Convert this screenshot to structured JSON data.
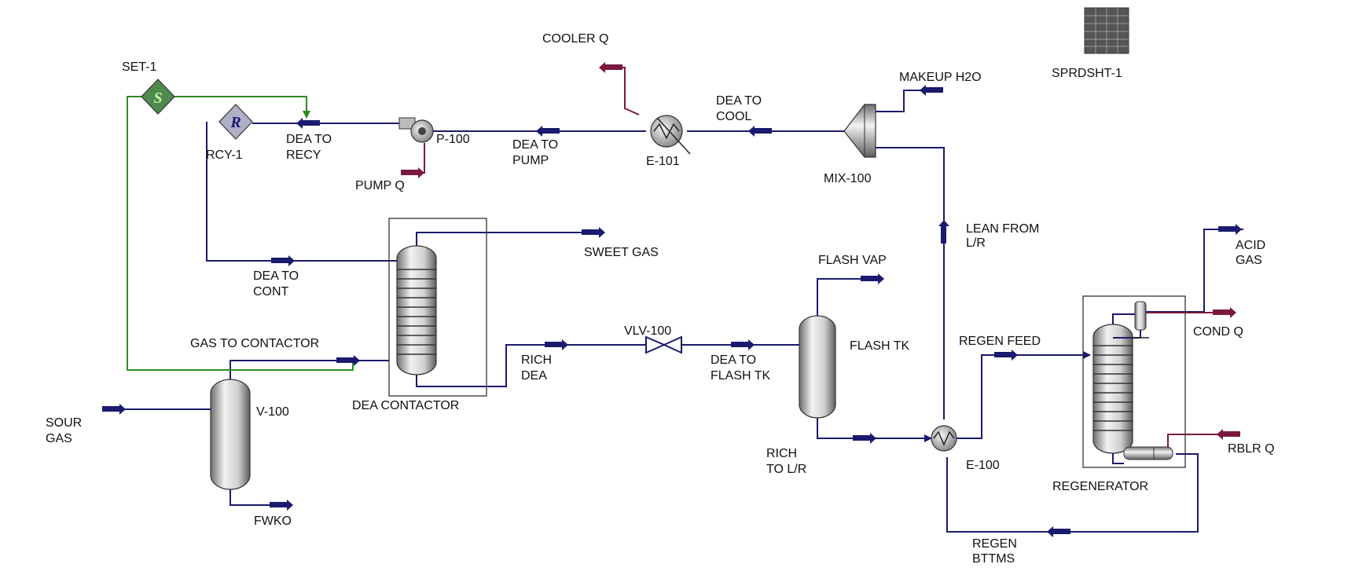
{
  "colors": {
    "material_stream": "#1a1a6e",
    "energy_stream": "#7a1840",
    "signal": "#2e8b22",
    "vessel_light": "#f2f2f2",
    "vessel_dark": "#6e6e6e"
  },
  "streams": {
    "sour_gas": [
      "SOUR",
      "GAS"
    ],
    "gas_to_contactor": "GAS TO CONTACTOR",
    "fwko": "FWKO",
    "sweet_gas": "SWEET GAS",
    "dea_to_cont": [
      "DEA TO",
      "CONT"
    ],
    "rich_dea": [
      "RICH",
      "DEA"
    ],
    "dea_to_flash": [
      "DEA TO",
      "FLASH TK"
    ],
    "flash_vap": "FLASH VAP",
    "rich_to_lr": [
      "RICH",
      "TO L/R"
    ],
    "regen_feed": "REGEN FEED",
    "acid_gas": [
      "ACID",
      "GAS"
    ],
    "cond_q": "COND Q",
    "rblr_q": "RBLR Q",
    "regen_bttms": [
      "REGEN",
      "BTTMS"
    ],
    "lean_from_lr": [
      "LEAN FROM",
      "L/R"
    ],
    "makeup_h2o": "MAKEUP H2O",
    "dea_to_cool": [
      "DEA TO",
      "COOL"
    ],
    "cooler_q": "COOLER Q",
    "dea_to_pump": [
      "DEA TO",
      "PUMP"
    ],
    "pump_q": "PUMP Q",
    "dea_to_recy": [
      "DEA TO",
      "RECY"
    ]
  },
  "units": {
    "v100": "V-100",
    "contactor": "DEA CONTACTOR",
    "vlv100": "VLV-100",
    "flash_tk": "FLASH TK",
    "e100": "E-100",
    "regenerator": "REGENERATOR",
    "mix100": "MIX-100",
    "e101": "E-101",
    "p100": "P-100",
    "rcy1": "RCY-1",
    "rcy_symbol": "R",
    "set1": "SET-1",
    "set_symbol": "S",
    "sprdsht": "SPRDSHT-1"
  }
}
